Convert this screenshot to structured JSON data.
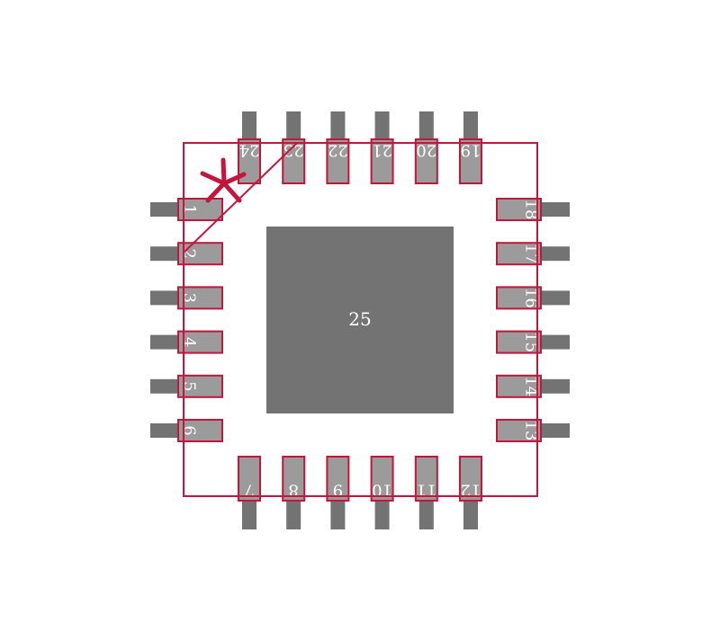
{
  "footprint": {
    "colors": {
      "background": "#ffffff",
      "pad_outer": "#737373",
      "pad_inner": "#9b9b9b",
      "exposed_pad": "#737373",
      "outline": "#c4153c",
      "text": "#ffffff"
    },
    "exposed_pad_label": "25",
    "pins": {
      "left": [
        "1",
        "2",
        "3",
        "4",
        "5",
        "6"
      ],
      "bottom": [
        "7",
        "8",
        "9",
        "10",
        "11",
        "12"
      ],
      "right": [
        "13",
        "14",
        "15",
        "16",
        "17",
        "18"
      ],
      "top": [
        "19",
        "20",
        "21",
        "22",
        "23",
        "24"
      ]
    },
    "pin1_marker_icon": "asterisk-icon"
  }
}
